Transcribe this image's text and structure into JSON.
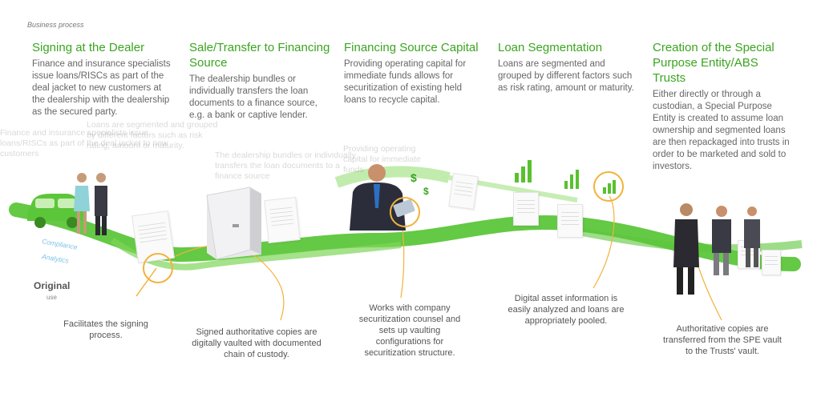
{
  "kicker": "Business process",
  "steps": [
    {
      "title": "Signing at the Dealer",
      "body": "Finance and insurance specialists issue loans/RISCs as part of the deal jacket to new customers at the dealership with the dealership as the secured party."
    },
    {
      "title": "Sale/Transfer to Financing Source",
      "body": "The dealership bundles or individually transfers the loan documents to a finance source, e.g. a bank or captive lender."
    },
    {
      "title": "Financing Source Capital",
      "body": "Providing operating capital for immediate funds allows for securitization of existing held loans to recycle capital."
    },
    {
      "title": "Loan Segmentation",
      "body": "Loans are segmented and grouped by different factors such as risk rating, amount or maturity."
    },
    {
      "title": "Creation of the Special Purpose Entity/ABS Trusts",
      "body": "Either directly or through a custodian, a Special Purpose Entity is created to assume loan ownership and segmented loans are then repackaged into trusts in order to be marketed and sold to investors."
    }
  ],
  "captions": [
    "Facilitates the signing process.",
    "Signed authoritative copies are digitally vaulted with documented chain of custody.",
    "Works with company securitization counsel and sets up vaulting configurations for securitization structure.",
    "Digital asset information is easily analyzed and loans are appropriately pooled.",
    "Authoritative copies are transferred from the SPE vault to the Trusts' vault."
  ],
  "labels": {
    "compliance": "Compliance",
    "analytics": "Analytics",
    "original": "Original",
    "original_sub": "use"
  },
  "ghost_text": {
    "g1": "Finance and insurance specialists issue loans/RISCs as part of the deal jacket to new customers",
    "g2": "Loans are segmented and grouped by different factors such as risk rating, amount or maturity.",
    "g3": "The dealership bundles or individually transfers the loan documents to a finance source",
    "g4": "Providing operating capital for immediate funds"
  },
  "colors": {
    "accent_green": "#3aa51f",
    "path_green": "#5cc63a",
    "highlight_orange": "#f3b23a"
  },
  "icons": [
    "car-icon",
    "document-icon",
    "vault-icon",
    "person-icon",
    "dollar-icon",
    "bar-chart-icon",
    "investor-icon"
  ]
}
